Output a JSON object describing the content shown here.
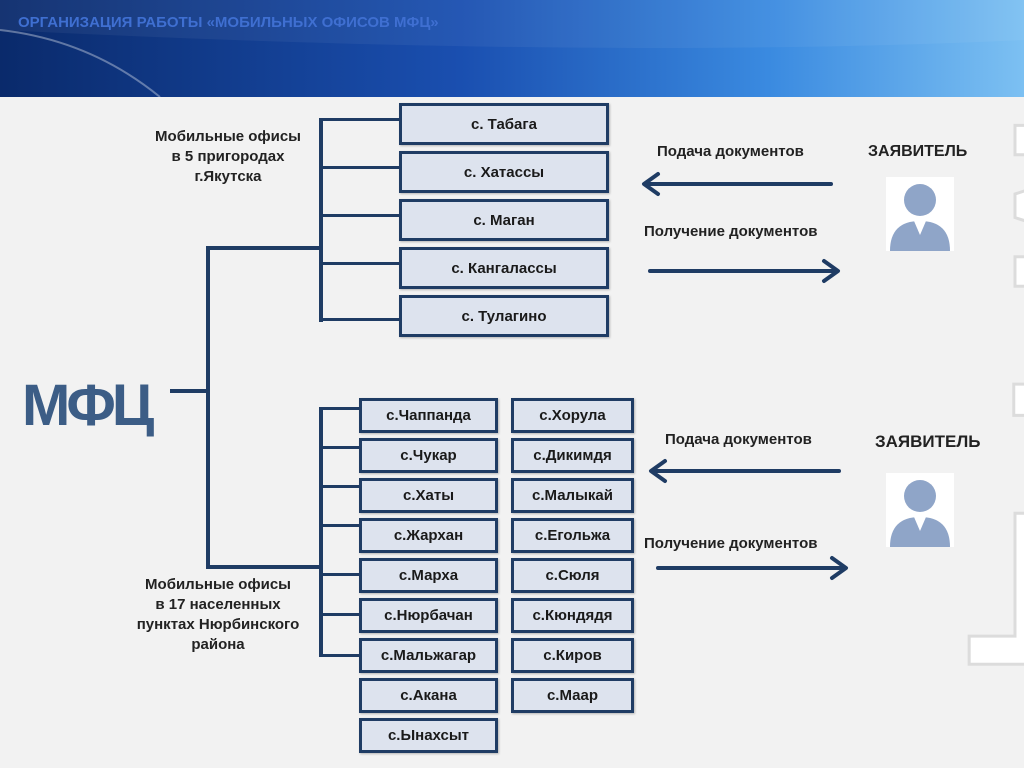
{
  "header": {
    "title": "ОРГАНИЗАЦИЯ РАБОТЫ «МОБИЛЬНЫХ ОФИСОВ МФЦ»"
  },
  "logo": {
    "text": "МФЦ",
    "watermark": "МФЦ"
  },
  "group1": {
    "label": [
      "Мобильные офисы",
      "в 5 пригородах",
      "г.Якутска"
    ],
    "offices": [
      "с. Табага",
      "с. Хатассы",
      "с. Маган",
      "с. Кангаласcы",
      "с. Тулагино"
    ]
  },
  "group2": {
    "label": [
      "Мобильные офисы",
      "в 17 населенных",
      "пунктах Нюрбинского",
      "района"
    ],
    "offices_left": [
      "с.Чаппанда",
      "с.Чукар",
      "с.Хаты",
      "с.Жархан",
      "с.Марха",
      "с.Нюрбачан",
      "с.Мальжагар",
      "с.Акана",
      "с.Ынахсыт"
    ],
    "offices_right": [
      "с.Хорула",
      "с.Дикимдя",
      "с.Малыкай",
      "с.Егольжа",
      "с.Сюля",
      "с.Кюндядя",
      "с.Киров",
      "с.Маар"
    ]
  },
  "flows": [
    {
      "submit": "Подача документов",
      "receive": "Получение  документов",
      "applicant": "ЗАЯВИТЕЛЬ"
    },
    {
      "submit": "Подача документов",
      "receive": "Получение  документов",
      "applicant": "ЗАЯВИТЕЛЬ"
    }
  ],
  "colors": {
    "box_fill": "#dde3ee",
    "box_border": "#1f3c64",
    "lines": "#1f3c64",
    "avatar": "#8fa5c8",
    "logo": "#3c5d86"
  },
  "icons": [
    "person-icon",
    "arrow-left-icon",
    "arrow-right-icon"
  ]
}
